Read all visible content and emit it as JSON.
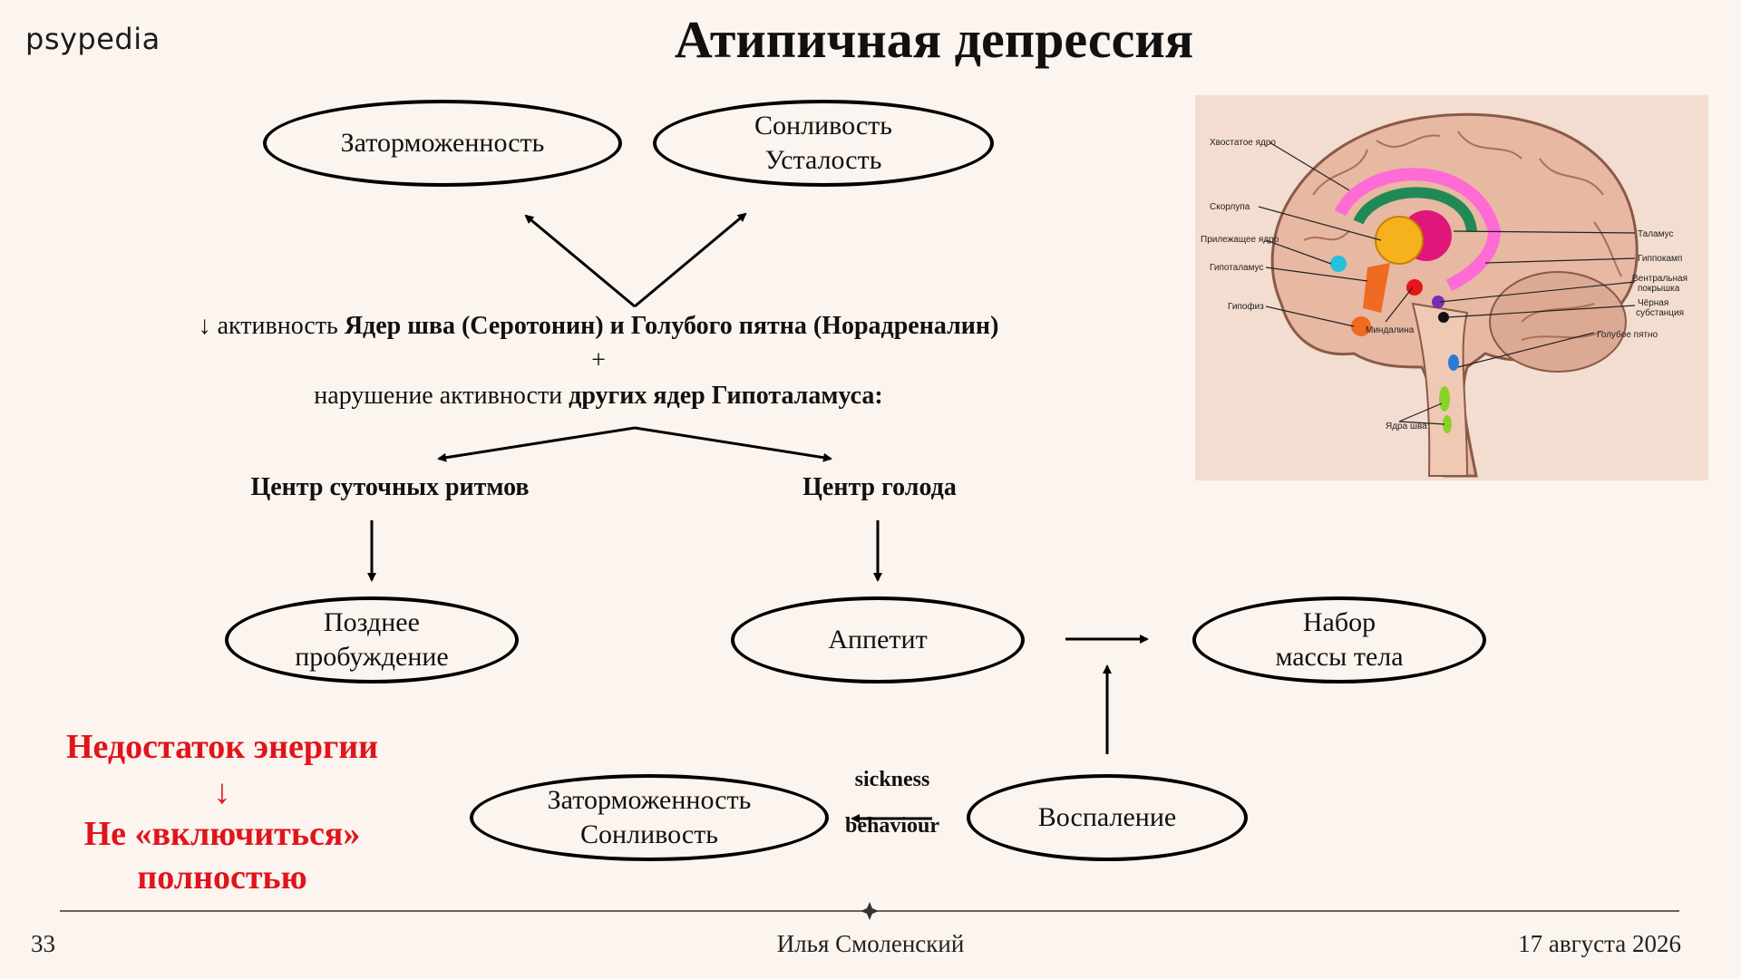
{
  "logo": "psypedia",
  "title": "Атипичная депрессия",
  "top_ellipses": {
    "left": "Заторможенность",
    "right_line1": "Сонливость",
    "right_line2": "Усталость"
  },
  "middle": {
    "line1_prefix": "↓ активность ",
    "line1_bold": "Ядер шва (Серотонин) и Голубого пятна (Норадреналин)",
    "plus": "+",
    "line3_prefix": "нарушение активности ",
    "line3_bold": "других ядер Гипоталамуса:"
  },
  "centers": {
    "circadian": "Центр суточных ритмов",
    "hunger": "Центр голода"
  },
  "results": {
    "late_wake_line1": "Позднее",
    "late_wake_line2": "пробуждение",
    "appetite": "Аппетит",
    "weight_line1": "Набор",
    "weight_line2": "массы тела"
  },
  "bottom": {
    "lethargy_line1": "Заторможенность",
    "lethargy_line2": "Сонливость",
    "sickness_line1": "sickness",
    "sickness_line2": "behaviour",
    "inflammation": "Воспаление"
  },
  "energy": {
    "line1": "Недостаток энергии",
    "arrow": "↓",
    "line2": "Не «включиться»",
    "line3": "полностью"
  },
  "brain_labels": {
    "caudate": "Хвостатое ядро",
    "putamen": "Скорлупа",
    "accumbens": "Прилежащее ядро",
    "hypothalamus": "Гипоталамус",
    "pituitary": "Гипофиз",
    "amygdala": "Миндалина",
    "raphe": "Ядра шва",
    "thalamus": "Таламус",
    "hippocampus": "Гиппокамп",
    "vta_line1": "Вентральная",
    "vta_line2": "покрышка",
    "sn_line1": "Чёрная",
    "sn_line2": "субстанция",
    "locus": "Голубое пятно"
  },
  "footer": {
    "page": "33",
    "author": "Илья Смоленский",
    "date": "17 августа 2026"
  }
}
